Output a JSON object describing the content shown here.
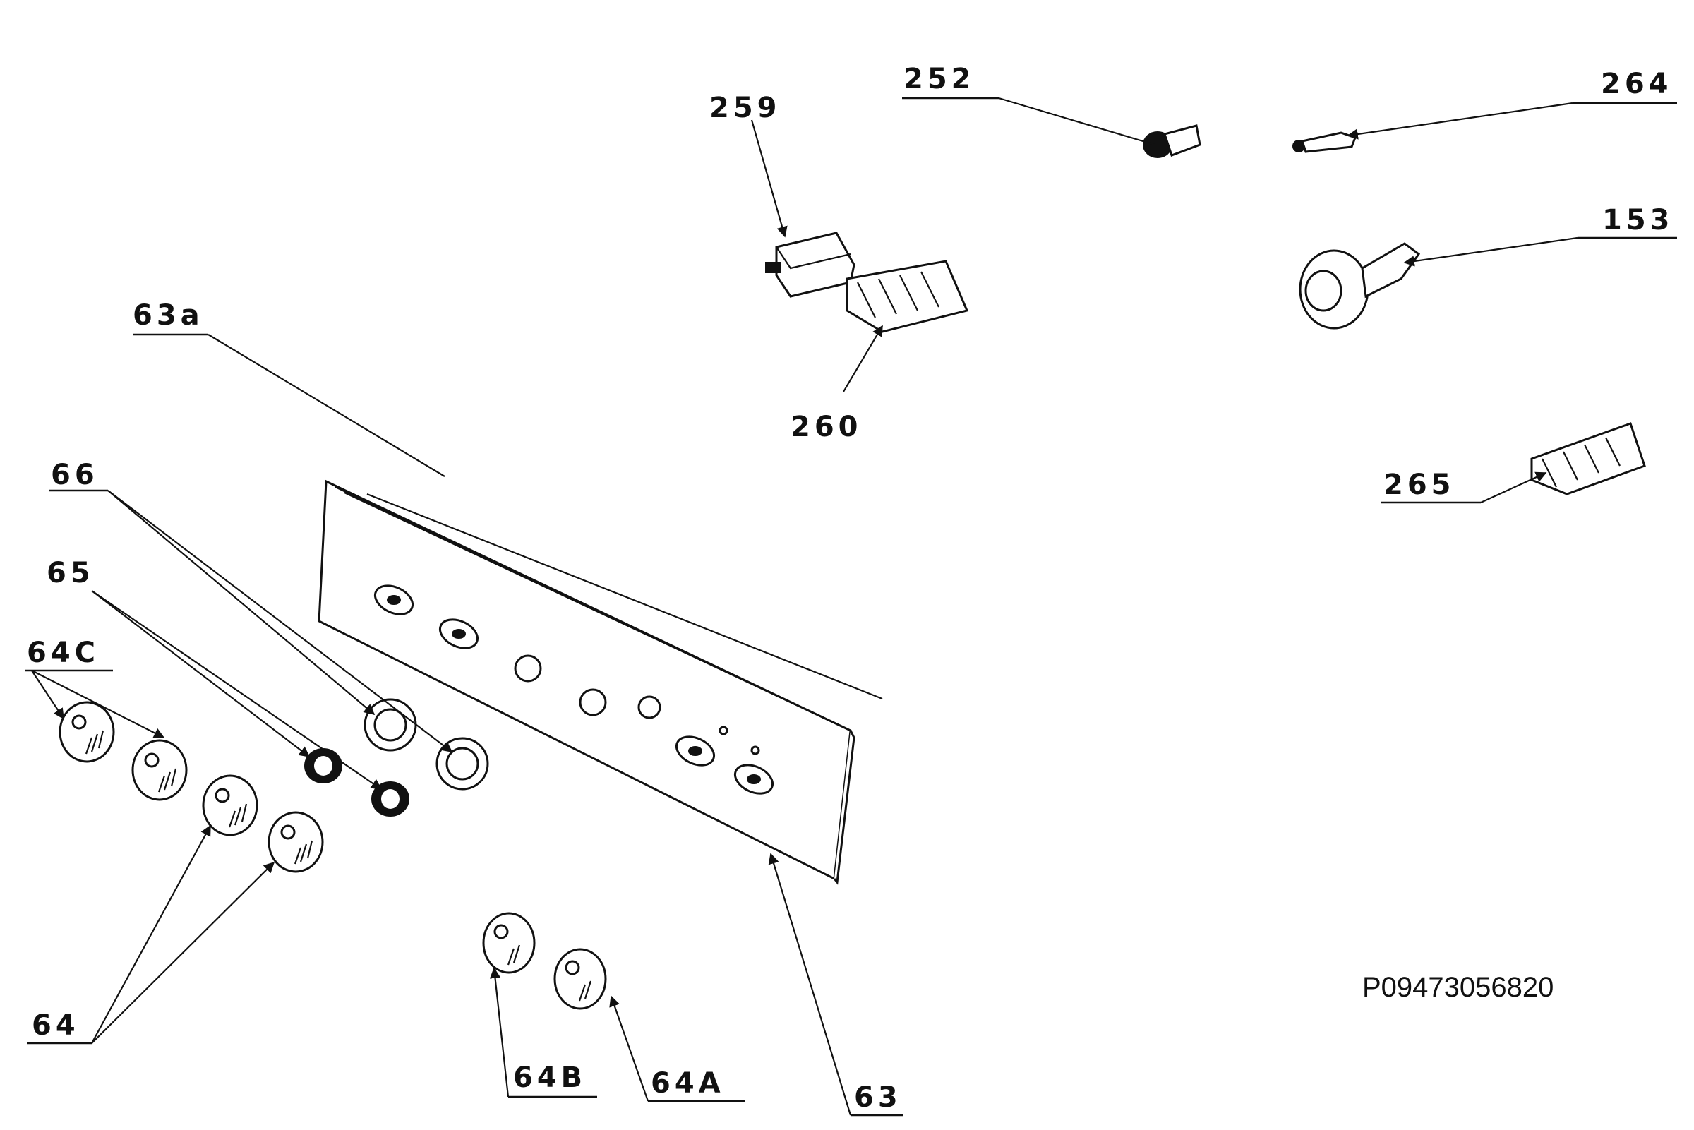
{
  "diagram": {
    "document_code": "P09473056820",
    "labels": {
      "l252": "252",
      "l264": "264",
      "l259": "259",
      "l153": "153",
      "l63a": "63a",
      "l260": "260",
      "l66": "66",
      "l265": "265",
      "l65": "65",
      "l64c": "64C",
      "l64": "64",
      "l64b": "64B",
      "l64a": "64A",
      "l63": "63"
    }
  }
}
